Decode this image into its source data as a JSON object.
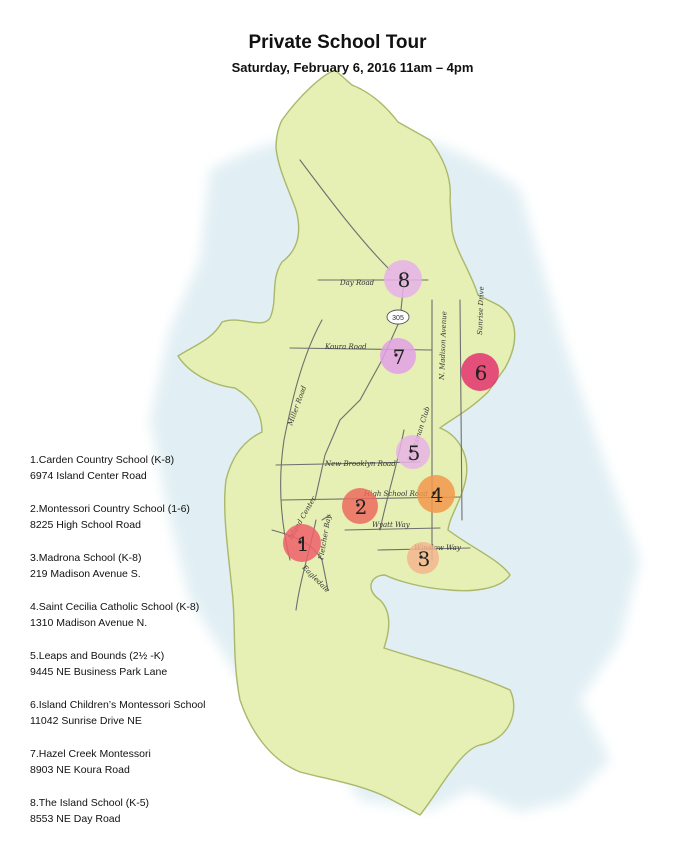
{
  "header": {
    "title": "Private School Tour",
    "subtitle": "Saturday, February 6, 2016 11am – 4pm"
  },
  "colors": {
    "land": "#e6efb4",
    "land_stroke": "#a9b86a",
    "water": "#dcecf2",
    "road": "#6f6f6f"
  },
  "roads": {
    "day_road": "Day Road",
    "koura_road": "Koura Road",
    "miller_road": "Miller Road",
    "new_brooklyn_road": "New Brooklyn Road",
    "high_school_road": "High School Road",
    "wyatt_way": "Wyatt Way",
    "winslow_way": "Winslow Way",
    "madison_avenue": "N. Madison Avenue",
    "sunrise_drive": "Sunrise Drive",
    "island_center": "Island Center",
    "fletcher_bay": "Fletcher Bay",
    "eagledale": "Eagledale",
    "highway": "305",
    "sportsman_club": "Sportsman Club"
  },
  "markers": [
    {
      "num": "1",
      "color": "#ee5f6a"
    },
    {
      "num": "2",
      "color": "#ec6b5e"
    },
    {
      "num": "3",
      "color": "#f3b58e"
    },
    {
      "num": "4",
      "color": "#f2984c"
    },
    {
      "num": "5",
      "color": "#e7b3e6"
    },
    {
      "num": "6",
      "color": "#e2336e"
    },
    {
      "num": "7",
      "color": "#e2a0e6"
    },
    {
      "num": "8",
      "color": "#e6b2e9"
    }
  ],
  "legend": [
    {
      "name": "1.Carden Country School (K-8)",
      "address": "6974 Island Center Road"
    },
    {
      "name": "2.Montessori Country School (1-6)",
      "address": "8225 High School Road"
    },
    {
      "name": "3.Madrona School (K-8)",
      "address": "219 Madison Avenue S."
    },
    {
      "name": "4.Saint Cecilia Catholic School (K-8)",
      "address": "1310 Madison Avenue N."
    },
    {
      "name": "5.Leaps and Bounds (2½ -K)",
      "address": "9445 NE Business Park Lane"
    },
    {
      "name": "6.Island Children’s Montessori School",
      "address": "11042 Sunrise Drive NE"
    },
    {
      "name": "7.Hazel Creek Montessori",
      "address": "8903 NE Koura Road"
    },
    {
      "name": "8.The Island School (K-5)",
      "address": "8553 NE Day Road"
    }
  ]
}
